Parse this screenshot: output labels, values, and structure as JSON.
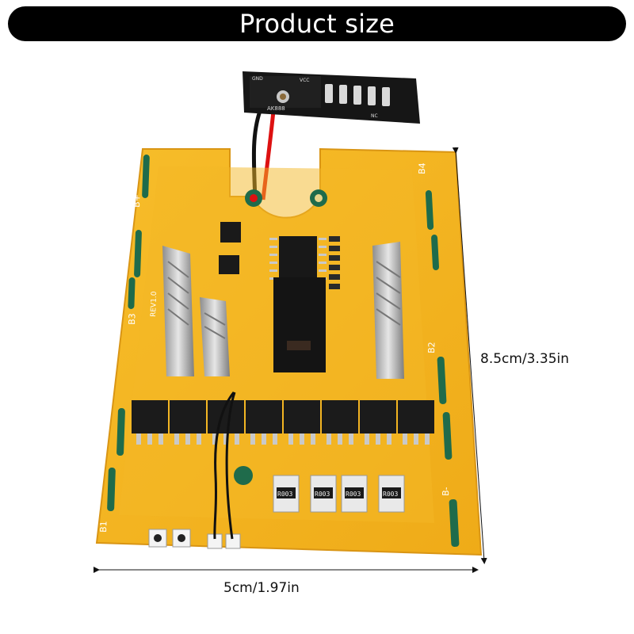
{
  "banner": {
    "title": "Product size"
  },
  "dimensions": {
    "width_label": "5cm/1.97in",
    "height_label": "8.5cm/3.35in"
  },
  "board": {
    "silkscreen": {
      "b_plus": "B+",
      "b_minus": "B-",
      "b1": "B1",
      "b2": "B2",
      "b3": "B3",
      "b4": "B4",
      "rev": "REV1.0",
      "gnd": "GND",
      "vcc": "VCC",
      "ak": "AK888",
      "r1": "R003",
      "r2": "R003",
      "r3": "R003",
      "r4": "R003",
      "nc": "NC"
    }
  },
  "colors": {
    "pcb": "#f2b21f",
    "pcb_edge": "#e9a316",
    "copper_green": "#1f6b4b",
    "mosfet": "#1b1b1b",
    "metal": "#c9c9c9"
  }
}
